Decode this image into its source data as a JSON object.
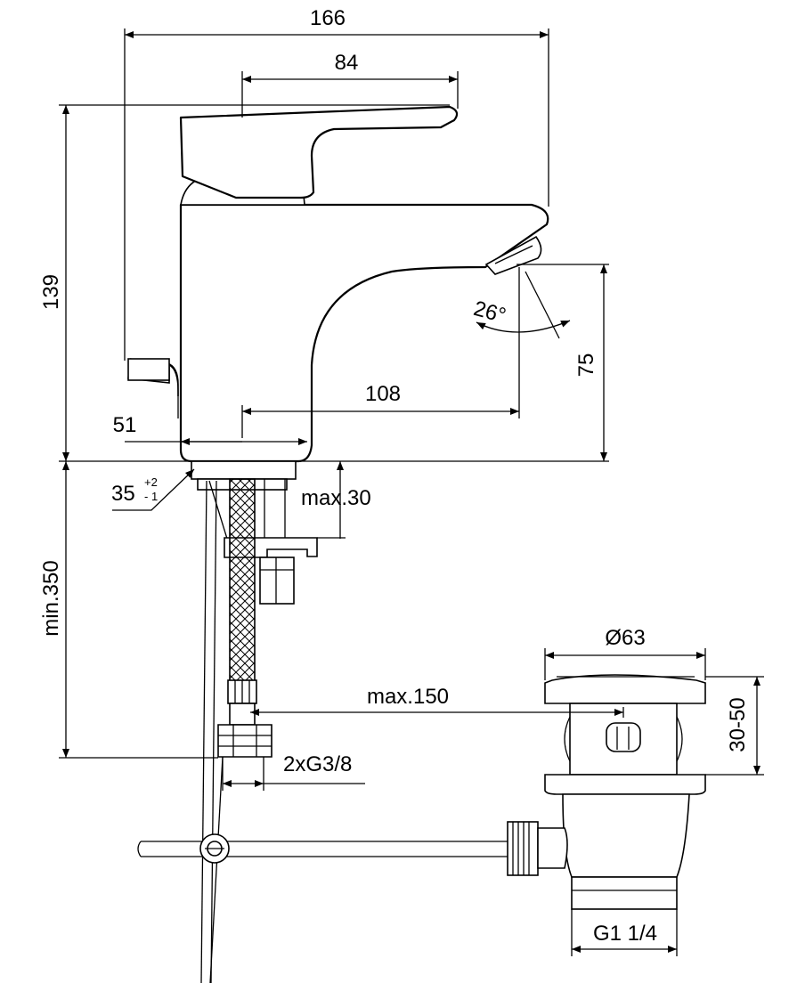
{
  "dimensions": {
    "overall_width": "166",
    "handle_width": "84",
    "overall_height": "139",
    "spout_reach": "108",
    "spout_height": "75",
    "body_offset": "51",
    "spray_angle": "26°",
    "mount_angle": "35",
    "mount_angle_tol_plus": "+2",
    "mount_angle_tol_minus": "- 1",
    "deck_thickness": "max.30",
    "hose_length": "min.350",
    "rod_length": "max.150",
    "connection": "2xG3/8",
    "waste_diameter": "Ø63",
    "waste_height": "30-50",
    "waste_thread": "G1 1/4"
  }
}
